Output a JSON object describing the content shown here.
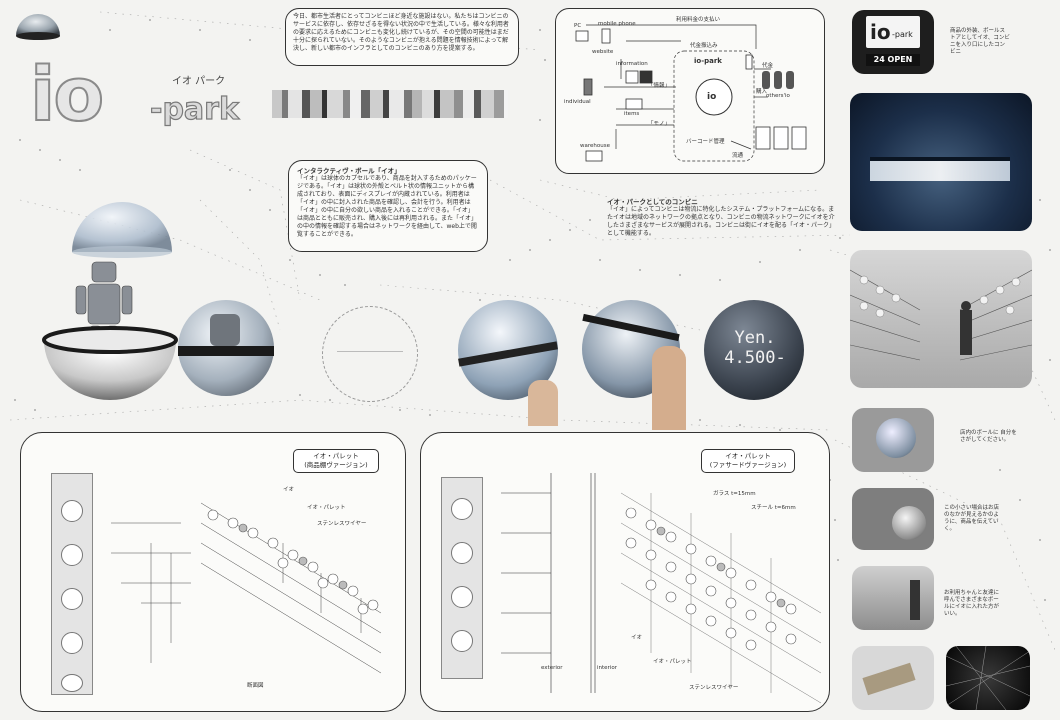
{
  "title": {
    "logo_main": "io",
    "logo_park": "-park",
    "logo_kana": "イオ パーク"
  },
  "intro_text": {
    "body": "今日、都市生活者にとってコンビニほど身近な施設はない。私たちはコンビニのサービスに依存し、依存せざるを得ない状況の中で生活している。様々な利用者の要求に応えるためにコンビニも変化し続けているが、その空間の可能性はまだ十分に探られていない。そのようなコンビニが抱える問題を情報技術によって解決し、新しい都市のインフラとしてのコンビニのあり方を提案する。"
  },
  "ball_text": {
    "heading": "インタラクティヴ・ボール「イオ」",
    "body": "「イオ」は球体のカプセルであり、商品を封入するためのパッケージである。「イオ」は球状の外殻とベルト状の情報ユニットから構成されており、表面にディスプレイが内蔵されている。利用者は「イオ」の中に封入された商品を確認し、会計を行う。利用者は「イオ」の中に自分の欲しい商品を入れることができる。「イオ」は商品とともに販売され、購入後には再利用される。また「イオ」の中の情報を確認する場合はネットワークを経由して、web上で閲覧することができる。"
  },
  "store_text": {
    "heading": "イオ・パークとしてのコンビニ",
    "body": "「イオ」によってコンビニは物流に特化したシステム・プラットフォームになる。またイオは地域のネットワークの拠点となり、コンビニの物流ネットワークにイオを介したさまざまなサービスが展開される。コンビニは街にイオを配る「イオ・パーク」として機能する。"
  },
  "diagram": {
    "pay_label": "利用料金の支払い",
    "pc_label": "PC",
    "mobile_label": "mobile phone",
    "website_label": "website",
    "info_label": "information",
    "individual_label": "individual",
    "items_label": "items",
    "warehouse_label": "warehouse",
    "proxy_label": "代金振込み",
    "io_park_label": "io-park",
    "io_label": "io",
    "info_arrow": "「情報」",
    "goods_arrow": "「モノ」",
    "barcode_label": "バーコード管理",
    "price_label": "代金",
    "buy_label": "購入",
    "others_label": "others'io",
    "dist_label": "流通"
  },
  "balls": {
    "price_text": "Yen. 4.500-"
  },
  "sidebar": {
    "sign_main": "io",
    "sign_park": "-park",
    "sign_open": "24 OPEN",
    "note1": "商品の外装、ボールストアとしてイオ、コンビニを入り口にしたコンビニ",
    "note2": "店内のボールに 自分をさがしてください。",
    "note3": "この小さい場合はお店のなかが見えるかのように、商品を伝えていく。",
    "note4": "お利用ちゃんと友達に呼んでさまざまなボールにイオに入れた方がいい。"
  },
  "pallet_store": {
    "title": "イオ・パレット",
    "subtitle": "(商品棚ヴァージョン)",
    "label_io": "イオ",
    "label_pallet": "イオ・パレット",
    "label_wire": "ステンレスワイヤー",
    "label_section": "断面図"
  },
  "pallet_facade": {
    "title": "イオ・パレット",
    "subtitle": "(ファサードヴァージョン)",
    "label_glass": "ガラス t=15mm",
    "label_steel": "スチール t=6mm",
    "label_io": "イオ",
    "label_pallet": "イオ・パレット",
    "label_wire": "ステンレスワイヤー",
    "label_ext": "exterior",
    "label_int": "interior"
  },
  "colors": {
    "orange": "#d27a1a",
    "night_blue": "#1c2f4a",
    "accent_grey": "#8a8a8a"
  }
}
